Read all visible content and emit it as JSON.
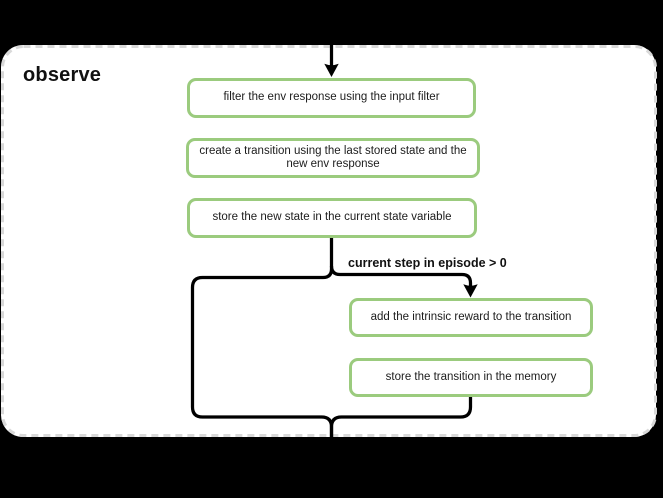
{
  "group": {
    "title": "observe"
  },
  "condition": {
    "label": "current step in episode > 0"
  },
  "nodes": [
    {
      "id": "filter-env-response",
      "label": "filter the env response using the input filter"
    },
    {
      "id": "create-transition",
      "label": "create a transition using the last stored state and the\nnew env response"
    },
    {
      "id": "store-new-state",
      "label": "store the new state in the current state variable"
    },
    {
      "id": "add-intrinsic-reward",
      "label": "add the intrinsic reward to the transition"
    },
    {
      "id": "store-transition",
      "label": "store the transition in the memory"
    }
  ],
  "colors": {
    "background": "#000000",
    "panel_background": "#ffffff",
    "panel_dashed_border": "#d9d9d9",
    "node_border": "#9bcb7e",
    "node_background": "#ffffff",
    "connector": "#000000",
    "text": "#1c1c1c"
  }
}
